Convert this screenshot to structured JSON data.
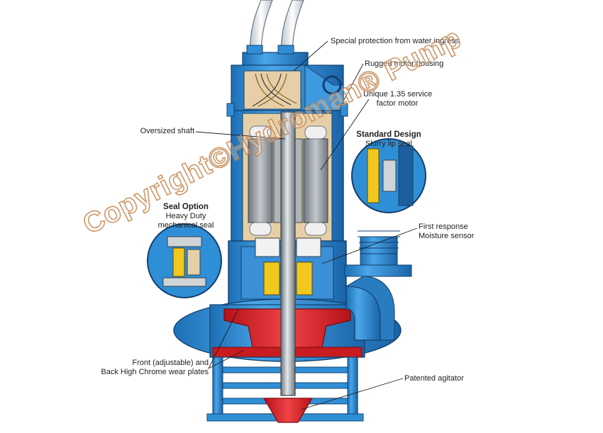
{
  "labels": {
    "water_ingress": "Special protection from water ingress",
    "motor_housing": "Rugged motor housing",
    "service_factor_1": "Unique 1.35 service",
    "service_factor_2": "factor motor",
    "shaft": "Oversized shaft",
    "standard_design": "Standard Design",
    "slurry_lip_seal": "Slurry lip seal",
    "seal_option": "Seal Option",
    "heavy_duty": "Heavy Duty",
    "mechanical_seal": "mechanical seal",
    "first_response": "First response",
    "moisture_sensor": "Moisture sensor",
    "wear_plates_1": "Front (adjustable) and",
    "wear_plates_2": "Back High Chrome wear plates",
    "agitator": "Patented agitator"
  },
  "watermark": "Copyright©Hydroman® Pump",
  "colors": {
    "casing_blue": "#2f8fd6",
    "dark_blue": "#13406e",
    "impeller_red": "#e3262b",
    "shaft_grey": "#9aa3aa",
    "stator_grey": "#8e959b",
    "tan": "#e6cfa6",
    "seal_yellow": "#f2c81e",
    "hose_white": "#eef2f5"
  }
}
